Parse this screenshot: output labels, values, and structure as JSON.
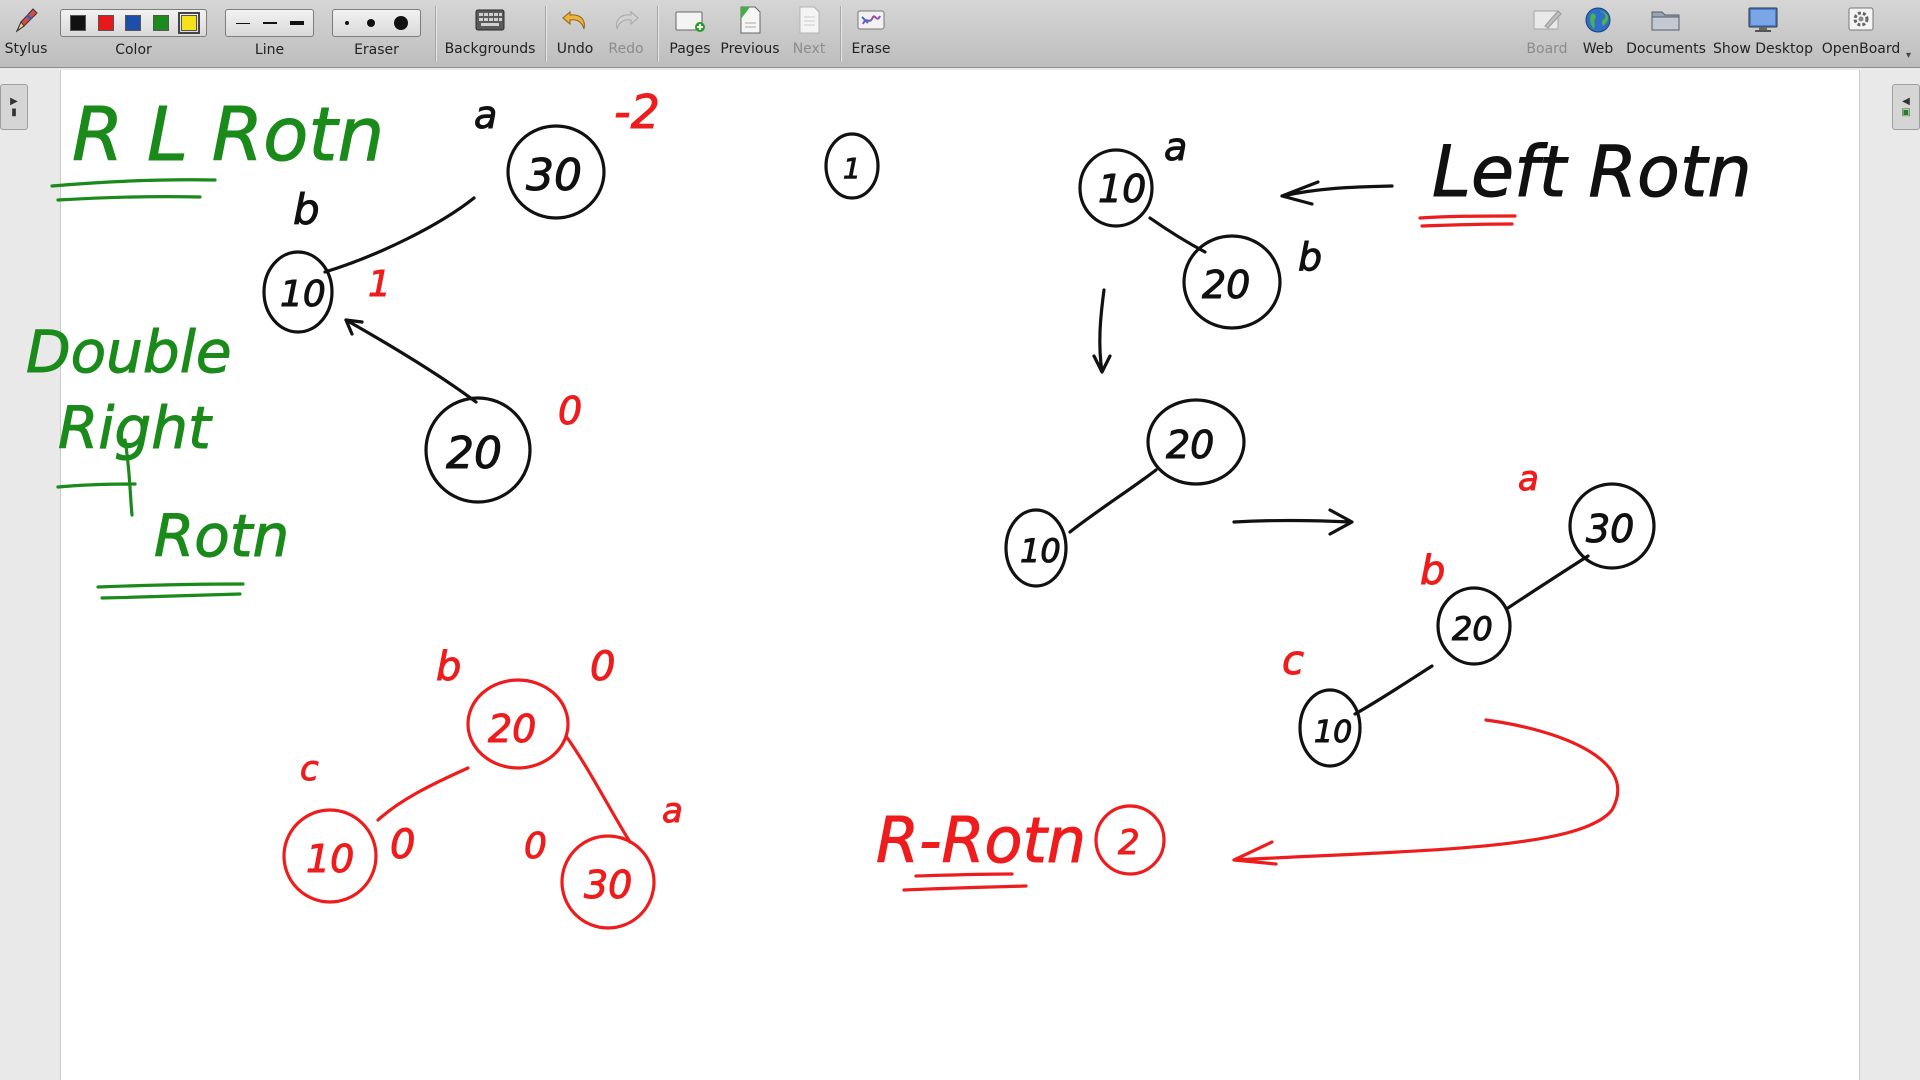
{
  "toolbar": {
    "stylus": "Stylus",
    "color": "Color",
    "line": "Line",
    "eraser": "Eraser",
    "backgrounds": "Backgrounds",
    "undo": "Undo",
    "redo": "Redo",
    "pages": "Pages",
    "previous": "Previous",
    "next": "Next",
    "erase": "Erase",
    "board": "Board",
    "web": "Web",
    "documents": "Documents",
    "show_desktop": "Show Desktop",
    "openboard": "OpenBoard",
    "colors": [
      "#111111",
      "#e8191b",
      "#1d4fa8",
      "#1c8a1c",
      "#f6e21b"
    ],
    "selected_color_index": 4
  },
  "board": {
    "heading_rl": "R L Rotn",
    "heading_double": "Double",
    "heading_right": "Right",
    "heading_rotn": "Rotn",
    "left_rotn": "Left Rotn",
    "r_rotn": "R-Rotn",
    "step1": "1",
    "step2": "2",
    "bf_top": "-2",
    "bf_b": "1",
    "bf_c": "0",
    "bf_root_final": "0",
    "bf_left_final": "0",
    "bf_right_final": "0",
    "label_a": "a",
    "label_b": "b",
    "label_c": "c",
    "node_10": "10",
    "node_20": "20",
    "node_30": "30"
  }
}
